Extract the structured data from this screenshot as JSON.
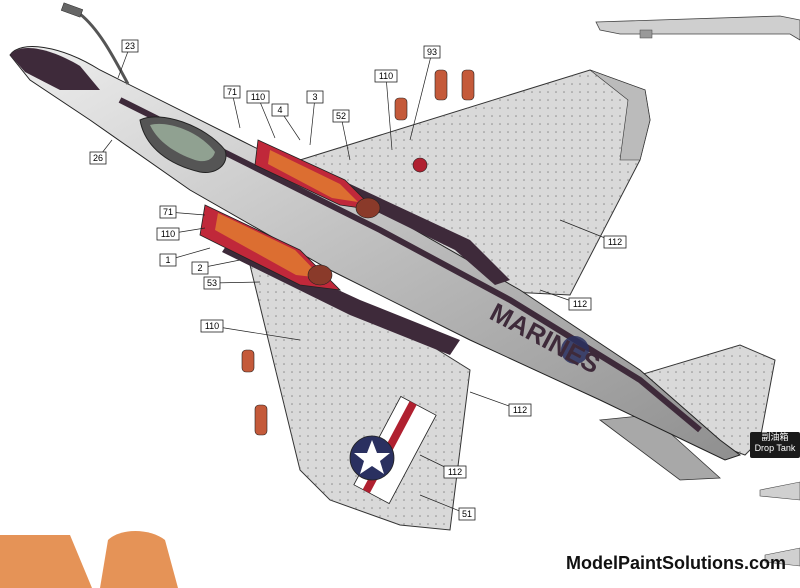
{
  "watermark": "ModelPaintSolutions.com",
  "drop_tank": {
    "label_cn": "副油箱",
    "label_en": "Drop Tank"
  },
  "callouts": [
    "23",
    "26",
    "71",
    "110",
    "4",
    "3",
    "52",
    "110",
    "93",
    "71",
    "110",
    "1",
    "2",
    "53",
    "110",
    "112",
    "112",
    "112",
    "112",
    "51"
  ],
  "fuselage_lettering": "MARINES",
  "colors": {
    "wing": "#d9d9d9",
    "fuselage": "#c9c9c9",
    "dark_stripe": "#3e2a3a",
    "intake_red": "#c0283a",
    "checker_orange": "#e07a30",
    "star_blue": "#2a3060",
    "roundel_red": "#b02030",
    "background_orange": "#e0803a"
  }
}
